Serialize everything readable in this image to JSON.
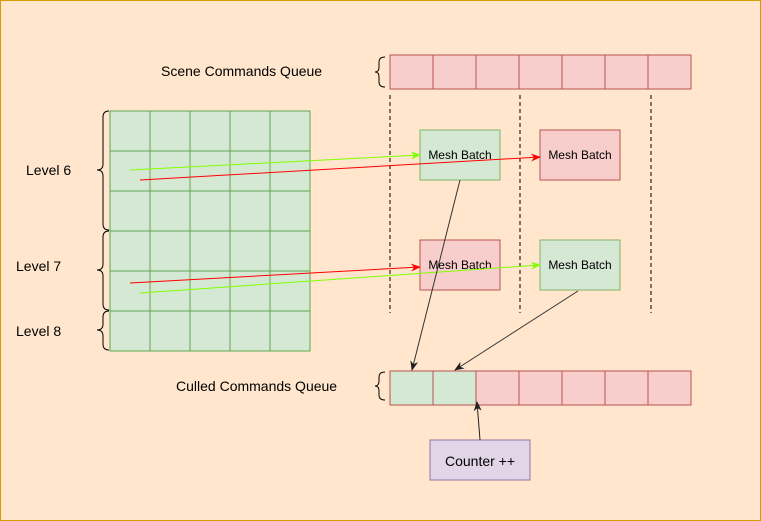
{
  "colors": {
    "background": "#ffe6cc",
    "border": "#d79b00",
    "green_fill": "#d5e8d4",
    "green_stroke": "#82b366",
    "grid_stroke": "#5fa74f",
    "red_fill": "#f8cecc",
    "red_stroke": "#b85450",
    "purple_fill": "#e1d5e7",
    "purple_stroke": "#9673a6",
    "arrow_green": "#80ff00",
    "arrow_red": "#ff0000",
    "arrow_dark": "#333333"
  },
  "labels": {
    "scene_queue": "Scene Commands Queue",
    "culled_queue": "Culled Commands Queue",
    "level6": "Level 6",
    "level7": "Level 7",
    "level8": "Level 8",
    "counter": "Counter ++"
  },
  "batches": [
    {
      "label": "Mesh Batch",
      "state": "green"
    },
    {
      "label": "Mesh Batch",
      "state": "red"
    },
    {
      "label": "Mesh Batch",
      "state": "red"
    },
    {
      "label": "Mesh Batch",
      "state": "green"
    }
  ],
  "scene_queue_cells": [
    "red",
    "red",
    "red",
    "red",
    "red",
    "red",
    "red"
  ],
  "culled_queue_cells": [
    "green",
    "green",
    "red",
    "red",
    "red",
    "red",
    "red"
  ],
  "grid": {
    "rows": 6,
    "cols": 5
  }
}
